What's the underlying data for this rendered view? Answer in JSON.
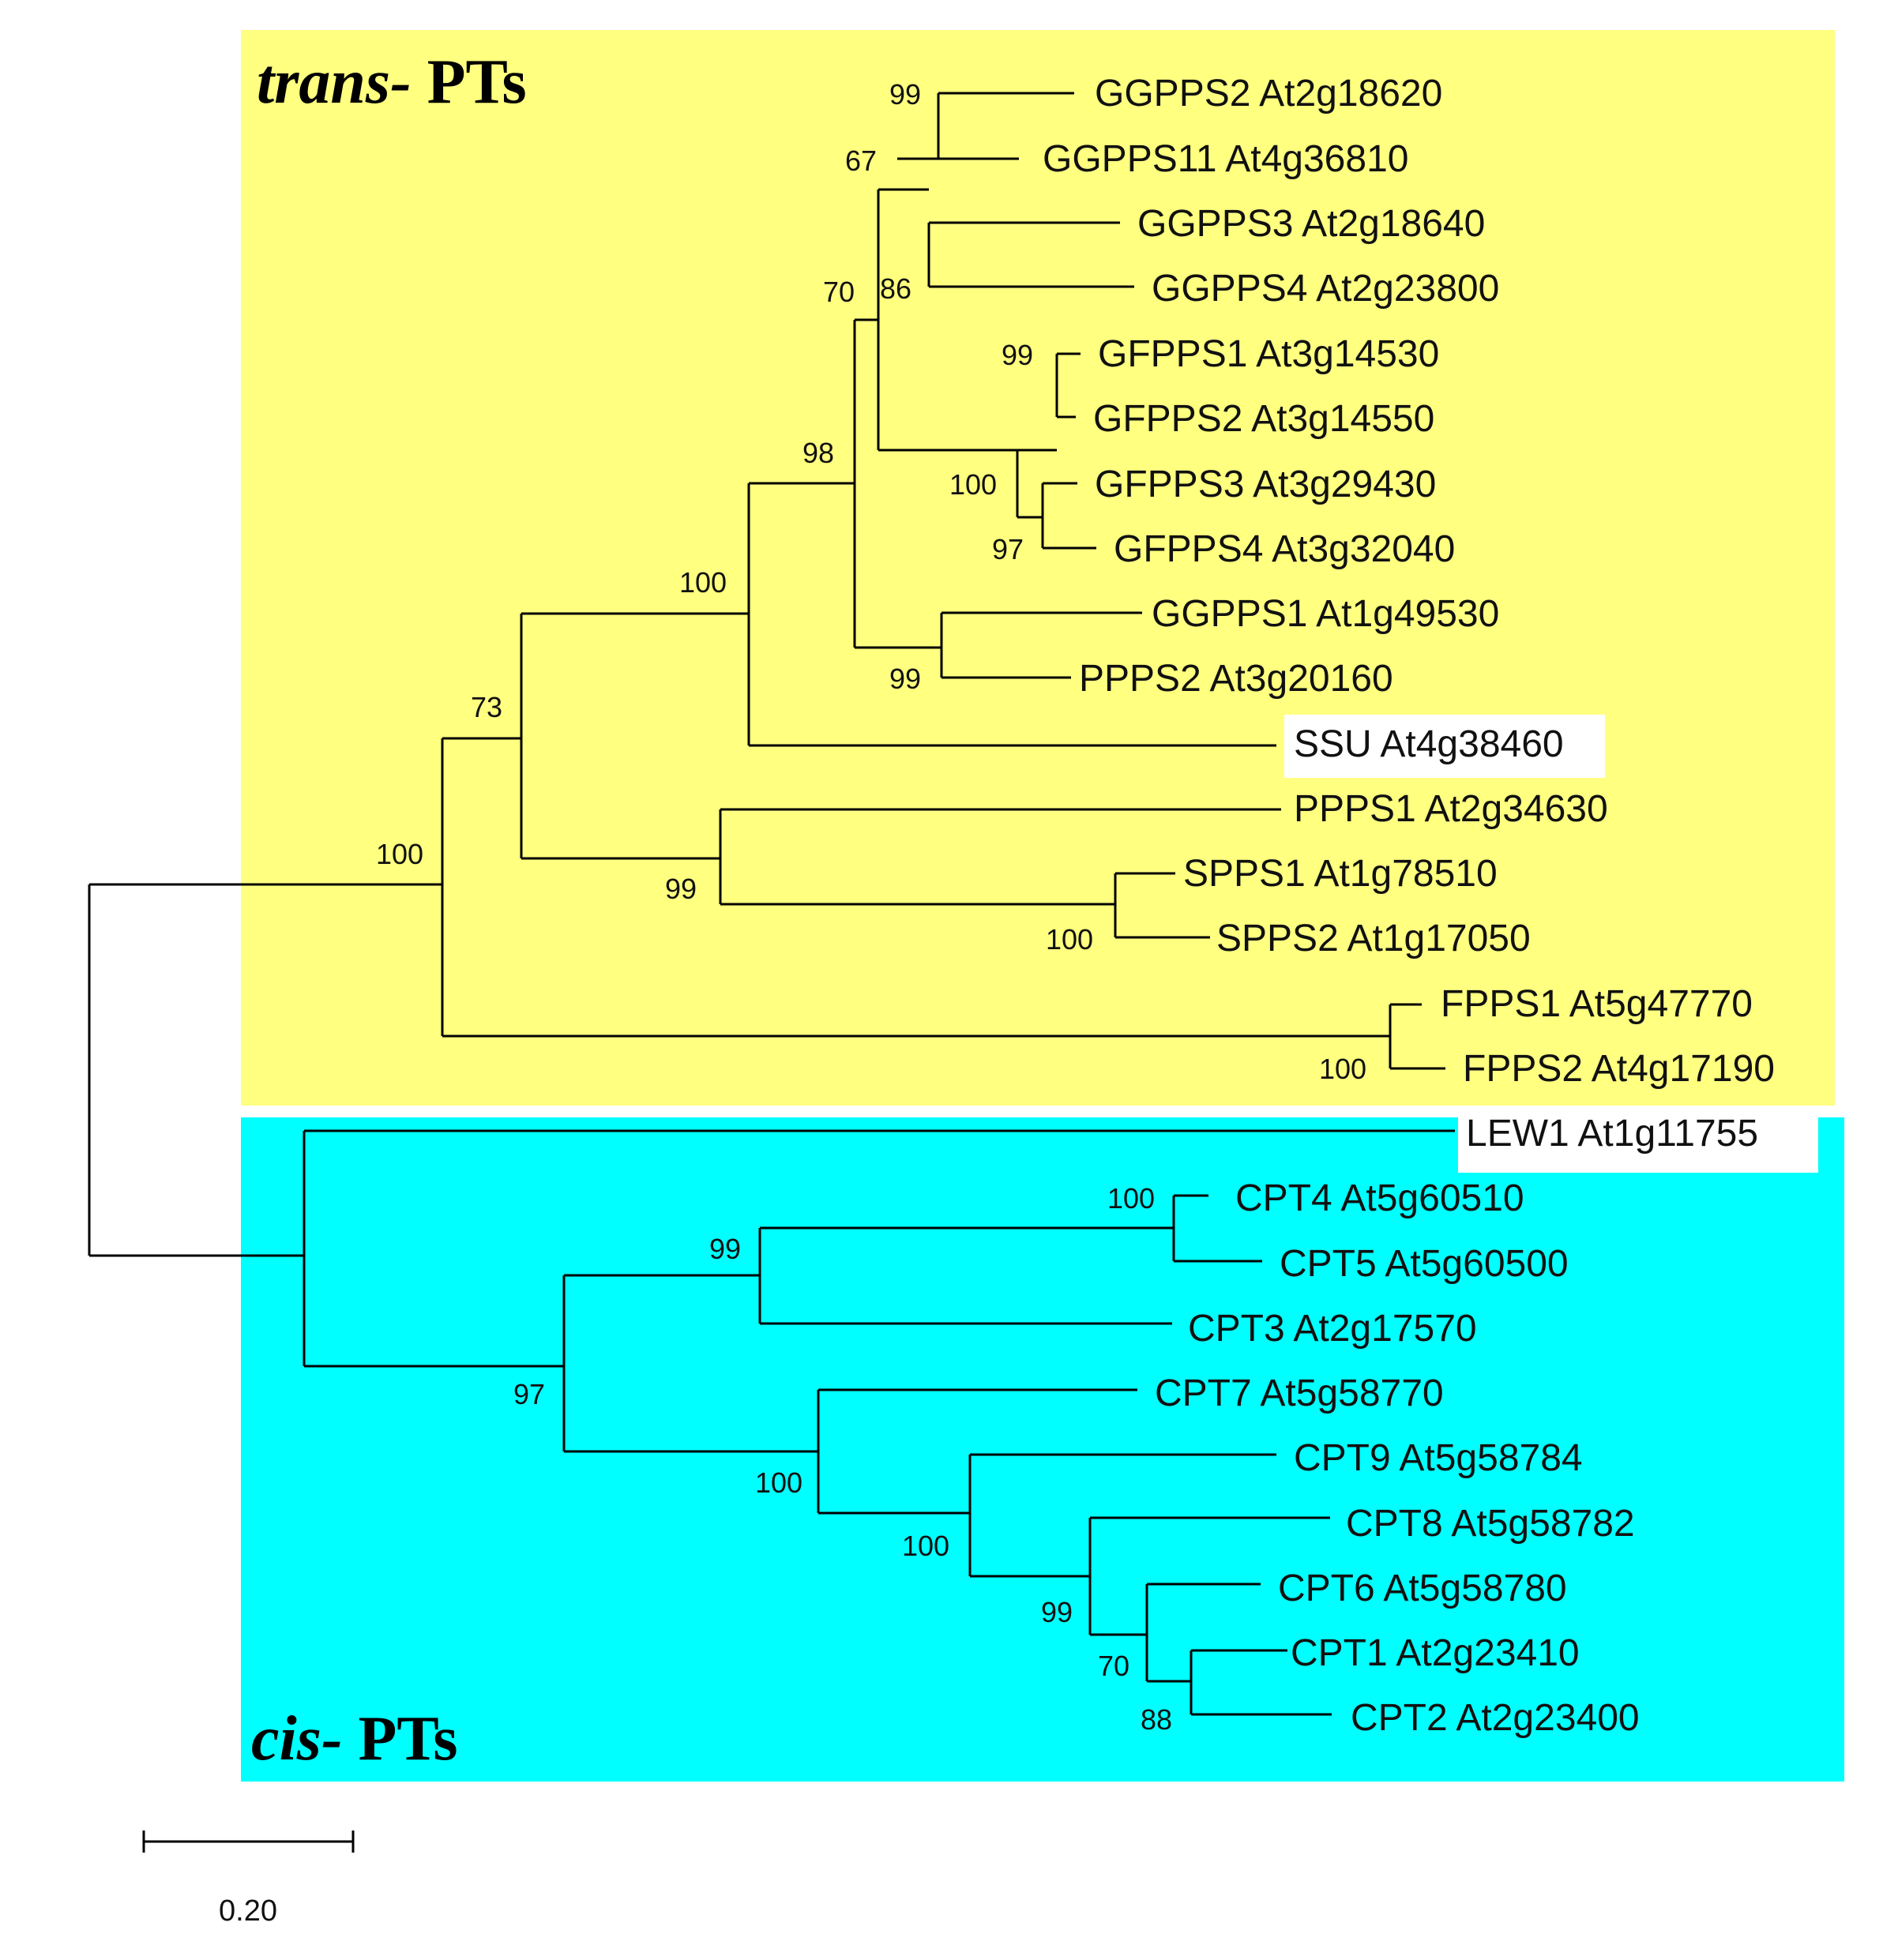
{
  "clades": {
    "trans": {
      "italic": "trans-",
      "rest": " PTs",
      "color": "#ffff80"
    },
    "cis": {
      "italic": "cis-",
      "rest": " PTs",
      "color": "#00ffff"
    }
  },
  "scale_bar": {
    "label": "0.20"
  },
  "leaves": [
    "GGPPS2 At2g18620",
    "GGPPS11 At4g36810",
    "GGPPS3 At2g18640",
    "GGPPS4 At2g23800",
    "GFPPS1 At3g14530",
    "GFPPS2 At3g14550",
    "GFPPS3 At3g29430",
    "GFPPS4 At3g32040",
    "GGPPS1 At1g49530",
    "PPPS2 At3g20160",
    "SSU At4g38460",
    "PPPS1 At2g34630",
    "SPPS1 At1g78510",
    "SPPS2 At1g17050",
    "FPPS1 At5g47770",
    "FPPS2 At4g17190",
    "LEW1 At1g11755",
    "CPT4 At5g60510",
    "CPT5 At5g60500",
    "CPT3 At2g17570",
    "CPT7 At5g58770",
    "CPT9 At5g58784",
    "CPT8 At5g58782",
    "CPT6 At5g58780",
    "CPT1 At2g23410",
    "CPT2 At2g23400"
  ],
  "highlighted_leaves": [
    "SSU At4g38460",
    "LEW1 At1g11755"
  ],
  "bootstrap": {
    "n1": "99",
    "n2": "67",
    "n3": "86",
    "n4": "70",
    "n5": "99",
    "n6": "100",
    "n7": "97",
    "n8": "98",
    "n9": "99",
    "n10": "100",
    "n11": "73",
    "n12": "99",
    "n13": "100",
    "n14": "100",
    "n15": "100",
    "n16": "100",
    "n17": "99",
    "n18": "97",
    "n19": "88",
    "n20": "70",
    "n21": "99",
    "n22": "100",
    "n23": "100"
  }
}
